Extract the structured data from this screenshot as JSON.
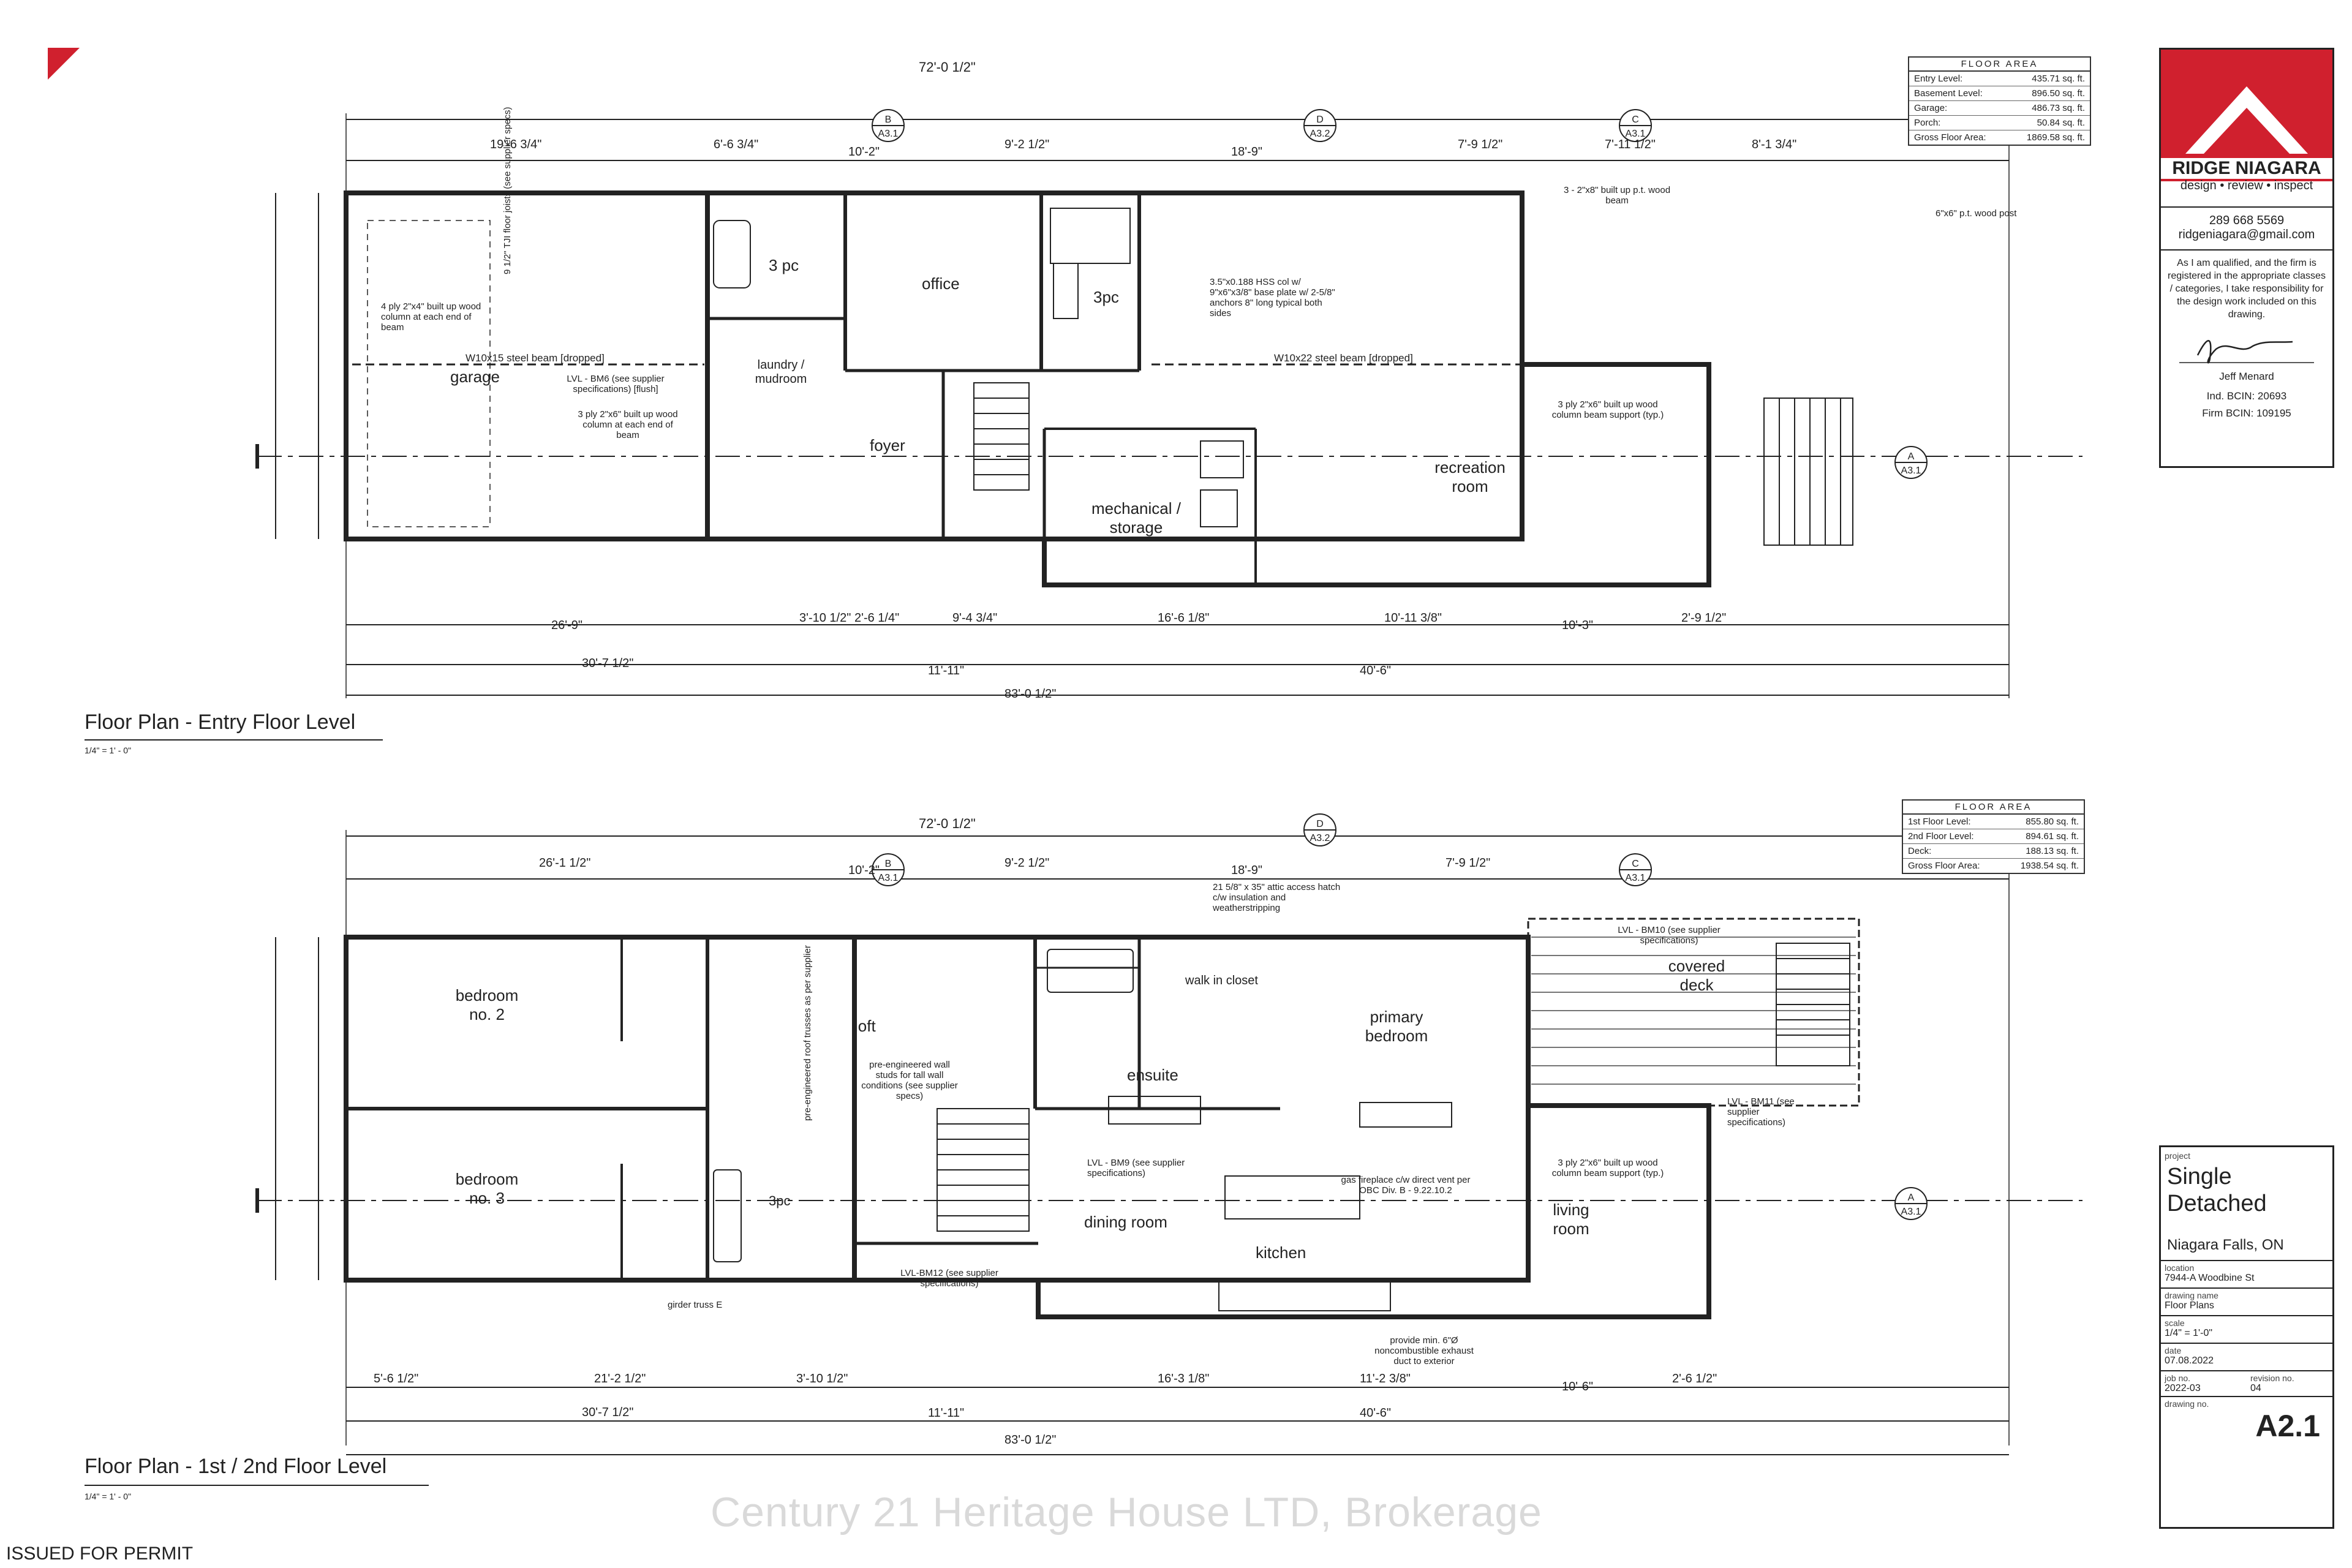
{
  "titleblock": {
    "brand": "RIDGE NIAGARA",
    "tagline": "design • review • inspect",
    "phone": "289 668 5569",
    "email": "ridgeniagara@gmail.com",
    "disclaimer": "As I am qualified, and the firm is registered in the appropriate classes / categories, I take responsibility for the design work included on this drawing.",
    "designer": "Jeff Menard",
    "ind_bcin": "Ind. BCIN: 20693",
    "firm_bcin": "Firm BCIN: 109195",
    "project_label": "project",
    "project_line1": "Single",
    "project_line2": "Detached",
    "city": "Niagara Falls, ON",
    "location_label": "location",
    "location": "7944-A Woodbine St",
    "drawing_name_label": "drawing name",
    "drawing_name": "Floor Plans",
    "scale_label": "scale",
    "scale": "1/4\" = 1'-0\"",
    "date_label": "date",
    "date": "07.08.2022",
    "job_label": "job no.",
    "job": "2022-03",
    "revision_label": "revision no.",
    "revision": "04",
    "drawing_no_label": "drawing no.",
    "drawing_no": "A2.1",
    "accent": "#d0202e"
  },
  "floor_area_top": {
    "title": "FLOOR AREA",
    "rows": [
      {
        "k": "Entry Level:",
        "v": "435.71 sq. ft."
      },
      {
        "k": "Basement Level:",
        "v": "896.50 sq. ft."
      },
      {
        "k": "Garage:",
        "v": "486.73 sq. ft."
      },
      {
        "k": "Porch:",
        "v": "50.84 sq. ft."
      },
      {
        "k": "Gross Floor Area:",
        "v": "1869.58 sq. ft."
      }
    ]
  },
  "floor_area_bottom": {
    "title": "FLOOR AREA",
    "rows": [
      {
        "k": "1st Floor Level:",
        "v": "855.80 sq. ft."
      },
      {
        "k": "2nd Floor Level:",
        "v": "894.61 sq. ft."
      },
      {
        "k": "Deck:",
        "v": "188.13 sq. ft."
      },
      {
        "k": "Gross Floor Area:",
        "v": "1938.54 sq. ft."
      }
    ]
  },
  "plan_top": {
    "title": "Floor Plan - Entry Floor Level",
    "scale": "1/4\" = 1' - 0\"",
    "overall": "72'-0 1/2\"",
    "overall_bottom": "83'-0 1/2\"",
    "dims_top": [
      "19'-6 3/4\"",
      "6'-6 3/4\"",
      "10'-2\"",
      "9'-2 1/2\"",
      "18'-9\"",
      "7'-9 1/2\"",
      "7'-11 1/2\"",
      "8'-1 3/4\""
    ],
    "dims_bottom": [
      "26'-9\"",
      "3'-10 1/2\"",
      "2'-6 1/4\"",
      "9'-4 3/4\"",
      "16'-6 1/8\"",
      "10'-11 3/8\"",
      "10'-3\"",
      "2'-9 1/2\""
    ],
    "dims_bottom2": [
      "30'-7 1/2\"",
      "11'-11\"",
      "40'-6\""
    ],
    "rooms": [
      "garage",
      "3 pc",
      "office",
      "3pc",
      "laundry / mudroom",
      "foyer",
      "mechanical / storage",
      "recreation room"
    ],
    "notes": [
      "W10x15 steel beam [dropped]",
      "W10x22 steel beam [dropped]",
      "4 ply 2\"x4\" built up wood column at each end of beam",
      "3 ply 2\"x6\" built up wood column at each end of beam",
      "9 1/2\" TJI floor joists (see supplier specs)",
      "3.5\"x0.188 HSS col w/ 9\"x6\"x3/8\" base plate w/ 2-5/8\" anchors 8\" long typical both sides",
      "3 ply 2\"x6\" built up wood column beam support (typ.)",
      "LVL - BM6 (see supplier specifications) [flush]",
      "3 - 2\"x8\" built up p.t. wood beam",
      "6\"x6\" p.t. wood post"
    ]
  },
  "plan_bottom": {
    "title": "Floor Plan - 1st / 2nd Floor Level",
    "scale": "1/4\" = 1' - 0\"",
    "overall": "72'-0 1/2\"",
    "overall_bottom": "83'-0 1/2\"",
    "dims_top": [
      "26'-1 1/2\"",
      "10'-2\"",
      "9'-2 1/2\"",
      "18'-9\"",
      "7'-9 1/2\""
    ],
    "dims_bottom": [
      "5'-6 1/2\"",
      "21'-2 1/2\"",
      "3'-10 1/2\"",
      "16'-3 1/8\"",
      "11'-2 3/8\"",
      "10'-6\"",
      "2'-6 1/2\""
    ],
    "dims_bottom2": [
      "30'-7 1/2\"",
      "11'-11\"",
      "40'-6\""
    ],
    "rooms": [
      "bedroom no. 2",
      "bedroom no. 3",
      "loft",
      "3pc",
      "walk in closet",
      "ensuite",
      "primary bedroom",
      "dining room",
      "kitchen",
      "living room",
      "covered deck"
    ],
    "notes": [
      "21 5/8\" x 35\" attic access hatch c/w insulation and weatherstripping",
      "pre-engineered wall studs for tall wall conditions (see supplier specs)",
      "pre-engineered roof trusses as per supplier",
      "gas fireplace c/w direct vent per OBC Div. B - 9.22.10.2",
      "provide min. 6\"Ø noncombustible exhaust duct to exterior",
      "LVL - BM9 (see supplier specifications)",
      "LVL - BM10 (see supplier specifications)",
      "LVL - BM11 (see supplier specifications)",
      "LVL-BM12 (see supplier specifications)",
      "3 ply 2\"x6\" built up wood column beam support (typ.)",
      "girder truss E"
    ]
  },
  "section_markers": [
    {
      "letter": "B",
      "sheet": "A3.1"
    },
    {
      "letter": "D",
      "sheet": "A3.2"
    },
    {
      "letter": "C",
      "sheet": "A3.1"
    },
    {
      "letter": "A",
      "sheet": "A3.1"
    }
  ],
  "issued": "ISSUED FOR PERMIT",
  "watermark": "Century 21 Heritage House LTD, Brokerage"
}
